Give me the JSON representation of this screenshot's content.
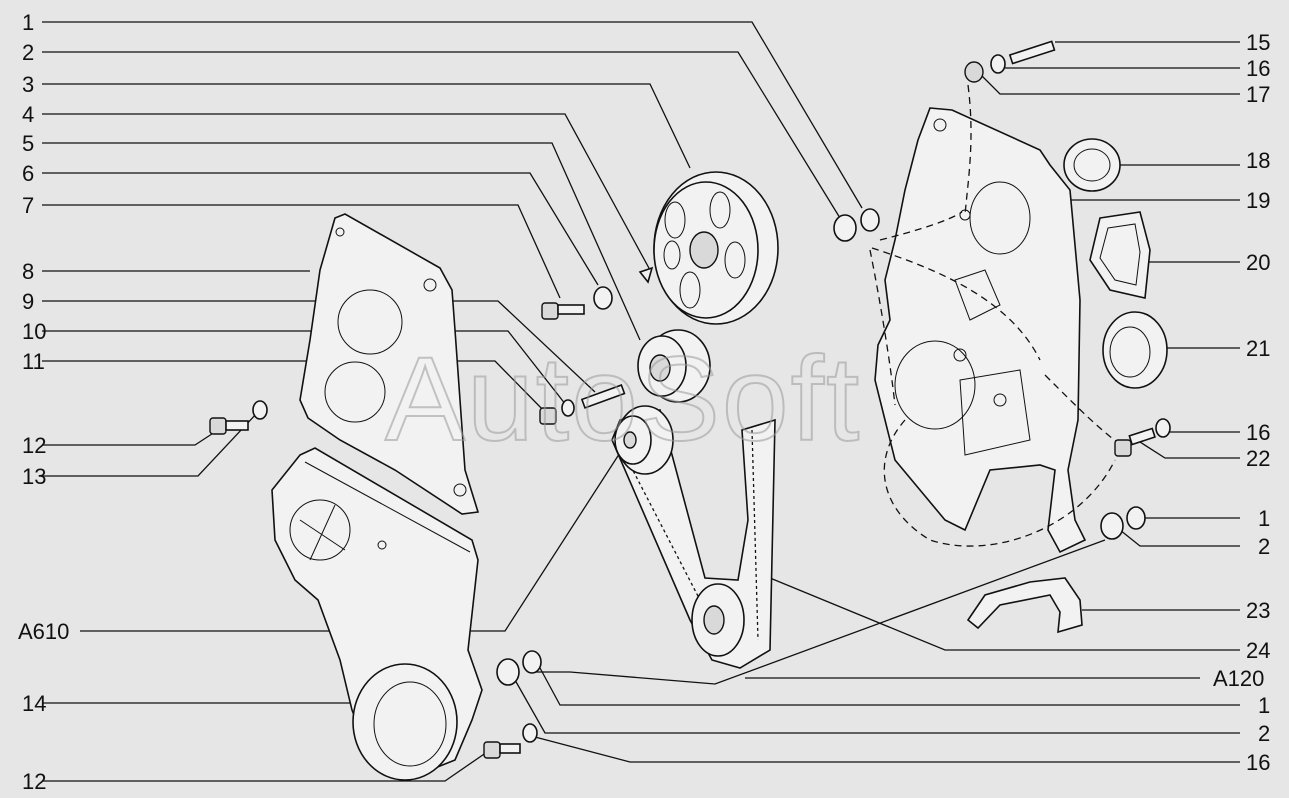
{
  "watermark": "AutoSoft",
  "left_labels": [
    "1",
    "2",
    "3",
    "4",
    "5",
    "6",
    "7",
    "8",
    "9",
    "10",
    "11",
    "12",
    "13",
    "A610",
    "14",
    "12"
  ],
  "right_labels": [
    "15",
    "16",
    "17",
    "18",
    "19",
    "20",
    "21",
    "16",
    "22",
    "1",
    "2",
    "23",
    "24",
    "A120",
    "1",
    "2",
    "16"
  ]
}
